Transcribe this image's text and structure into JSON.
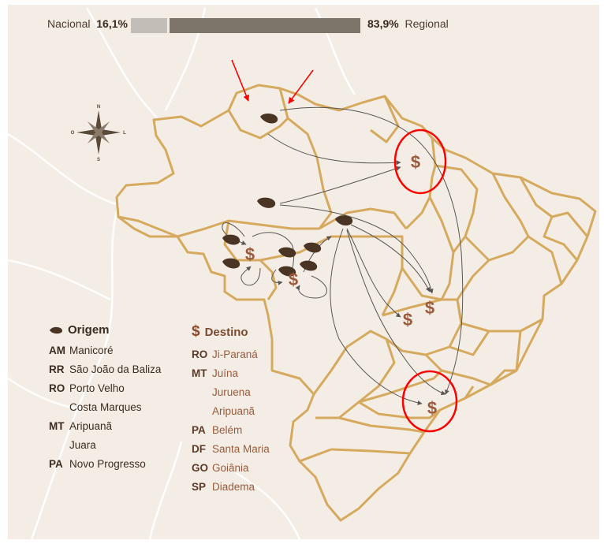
{
  "header_bar": {
    "nacional_label": "Nacional",
    "nacional_value": "16,1%",
    "nacional_share": 0.161,
    "regional_value": "83,9%",
    "regional_label": "Regional",
    "regional_share": 0.839
  },
  "legend": {
    "origem": {
      "title": "Origem",
      "entries": [
        {
          "uf": "AM",
          "name": "Manicoré"
        },
        {
          "uf": "RR",
          "name": "São João da Baliza"
        },
        {
          "uf": "RO",
          "name": "Porto Velho"
        },
        {
          "uf": "",
          "name": "Costa Marques"
        },
        {
          "uf": "MT",
          "name": "Aripuanã"
        },
        {
          "uf": "",
          "name": "Juara"
        },
        {
          "uf": "PA",
          "name": "Novo Progresso"
        }
      ]
    },
    "destino": {
      "symbol": "$",
      "title": "Destino",
      "entries": [
        {
          "uf": "RO",
          "name": "Ji-Paraná"
        },
        {
          "uf": "MT",
          "name": "Juína"
        },
        {
          "uf": "",
          "name": "Juruena"
        },
        {
          "uf": "",
          "name": "Aripuanã"
        },
        {
          "uf": "PA",
          "name": "Belém"
        },
        {
          "uf": "DF",
          "name": "Santa Maria"
        },
        {
          "uf": "GO",
          "name": "Goiânia"
        },
        {
          "uf": "SP",
          "name": "Diadema"
        }
      ]
    }
  },
  "compass": {
    "north": "N",
    "south": "S",
    "east": "L",
    "west": "O"
  },
  "colors": {
    "background": "#f4ede6",
    "state_border": "#d6aa5e",
    "bar_nacional": "#c2bdb7",
    "bar_regional": "#7d746a",
    "origin_marker": "#4a3424",
    "destination_marker": "#9b5a3b",
    "flow_arrow": "#5a5550",
    "highlight_circle": "#ff0000",
    "annotation_arrow": "#ff0000"
  }
}
